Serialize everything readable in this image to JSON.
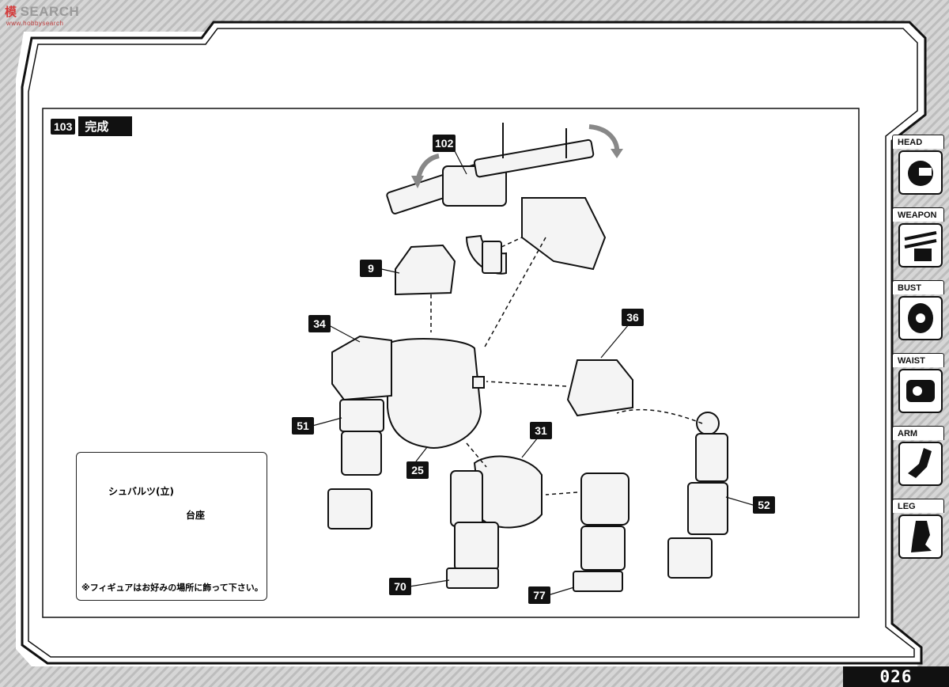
{
  "watermark": {
    "logo": "模",
    "text": "SEARCH",
    "sub": "www.hobbysearch"
  },
  "step": {
    "number": "103",
    "title": "完成"
  },
  "parts": [
    {
      "id": "102"
    },
    {
      "id": "9"
    },
    {
      "id": "34"
    },
    {
      "id": "36"
    },
    {
      "id": "51"
    },
    {
      "id": "25"
    },
    {
      "id": "31"
    },
    {
      "id": "52"
    },
    {
      "id": "70"
    },
    {
      "id": "77"
    }
  ],
  "inset": {
    "figure_label": "シュバルツ(立)",
    "base_label": "台座",
    "note": "※フィギュアはお好みの場所に飾って下さい。"
  },
  "nav": [
    {
      "label": "HEAD",
      "icon": "head-icon"
    },
    {
      "label": "WEAPON",
      "icon": "weapon-icon"
    },
    {
      "label": "BUST",
      "icon": "bust-icon"
    },
    {
      "label": "WAIST",
      "icon": "waist-icon"
    },
    {
      "label": "ARM",
      "icon": "arm-icon"
    },
    {
      "label": "LEG",
      "icon": "leg-icon"
    }
  ],
  "page": {
    "number": "026"
  }
}
